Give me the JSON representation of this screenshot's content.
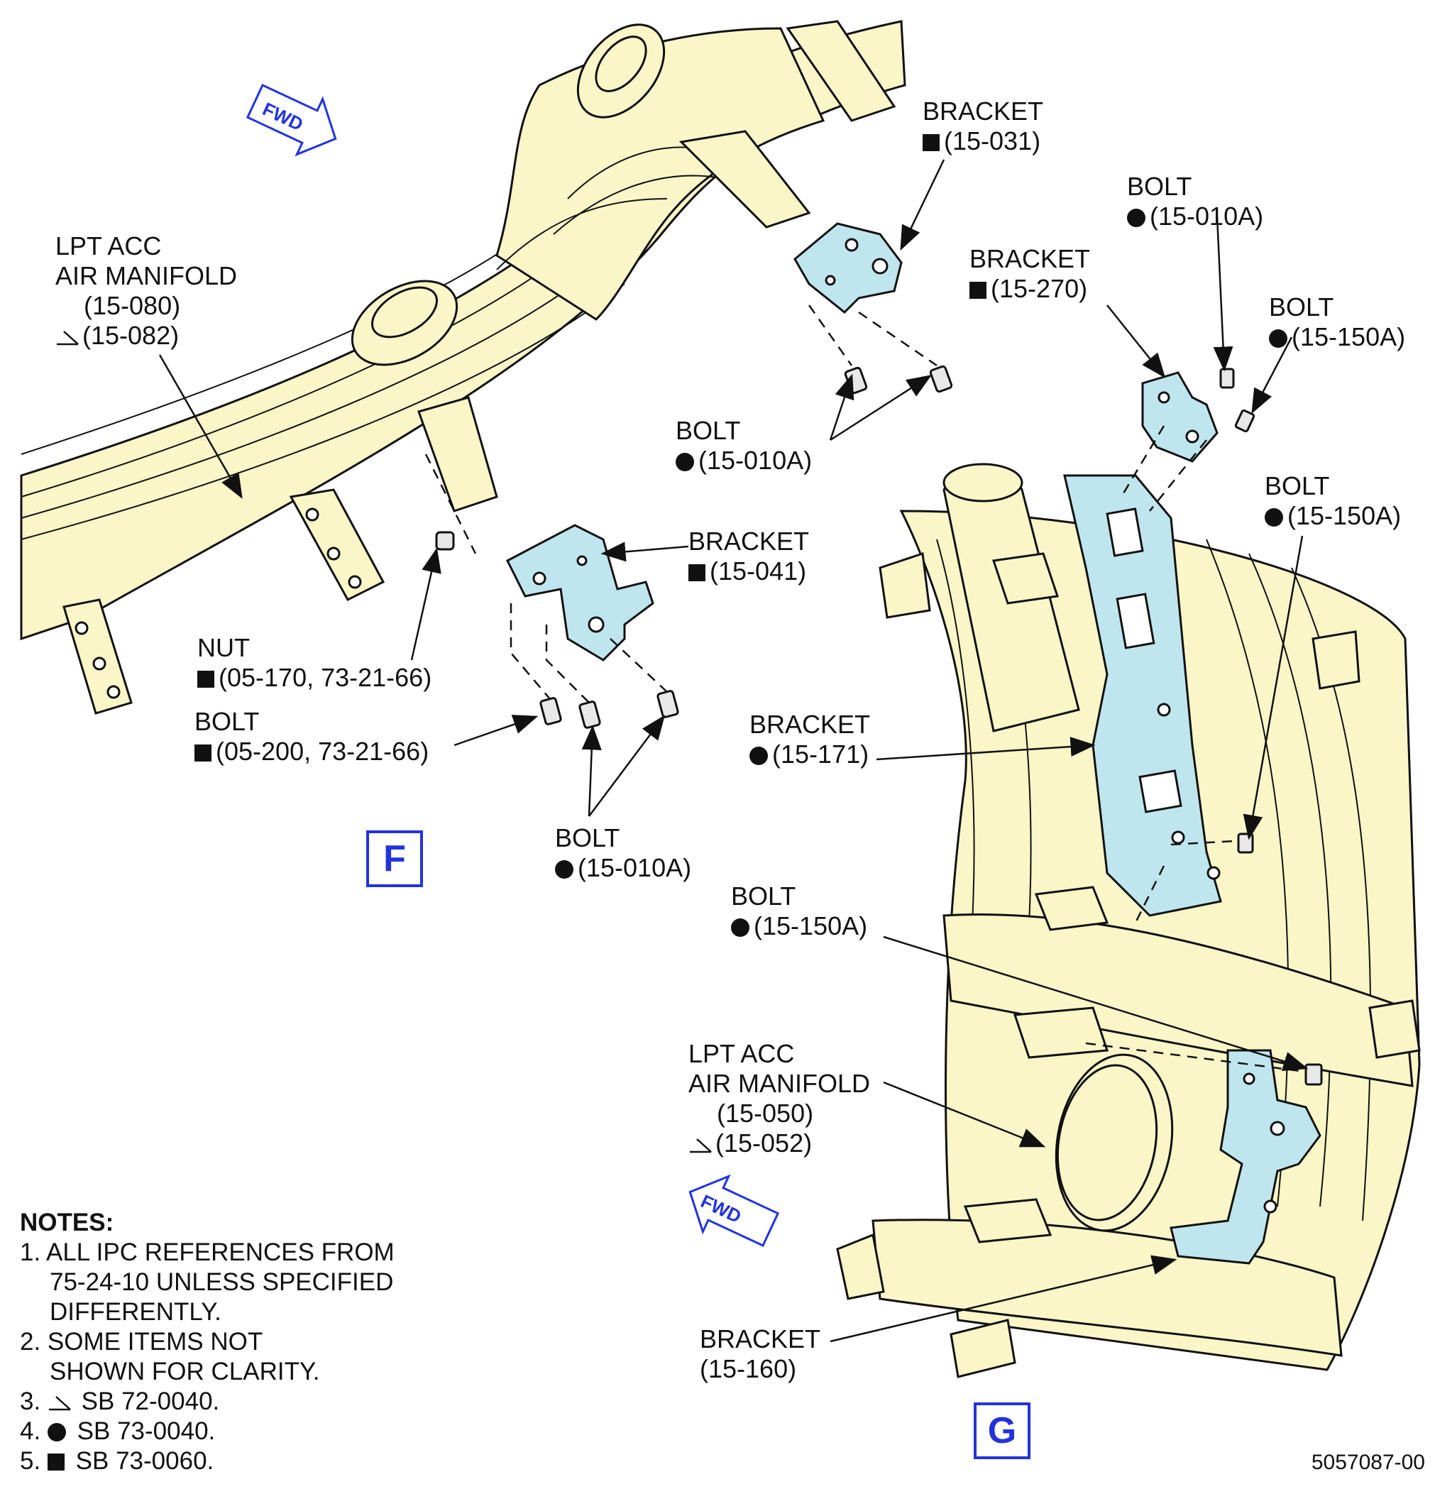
{
  "colors": {
    "casing": "#fbf6c8",
    "bracket": "#bfe6ee",
    "accent_blue": "#2233dd",
    "line": "#111111"
  },
  "fwd_arrows": [
    "FWD",
    "FWD"
  ],
  "view_labels": {
    "f": "F",
    "g": "G"
  },
  "labels": {
    "bracket_031": {
      "l1": "BRACKET",
      "l2": "(15-031)"
    },
    "bolt_010a_top": {
      "l1": "BOLT",
      "l2": "(15-010A)"
    },
    "bracket_270": {
      "l1": "BRACKET",
      "l2": "(15-270)"
    },
    "bolt_150a_top": {
      "l1": "BOLT",
      "l2": "(15-150A)"
    },
    "manifold_080": {
      "l1": "LPT ACC",
      "l2": "AIR MANIFOLD",
      "l3": "(15-080)",
      "l4": "(15-082)"
    },
    "bolt_010a_mid": {
      "l1": "BOLT",
      "l2": "(15-010A)"
    },
    "bolt_150a_mid": {
      "l1": "BOLT",
      "l2": "(15-150A)"
    },
    "bracket_041": {
      "l1": "BRACKET",
      "l2": "(15-041)"
    },
    "nut_05170": {
      "l1": "NUT",
      "l2": "(05-170, 73-21-66)"
    },
    "bolt_05200": {
      "l1": "BOLT",
      "l2": "(05-200, 73-21-66)"
    },
    "bracket_171": {
      "l1": "BRACKET",
      "l2": "(15-171)"
    },
    "bolt_010a_low": {
      "l1": "BOLT",
      "l2": "(15-010A)"
    },
    "bolt_150a_low": {
      "l1": "BOLT",
      "l2": "(15-150A)"
    },
    "manifold_050": {
      "l1": "LPT ACC",
      "l2": "AIR MANIFOLD",
      "l3": "(15-050)",
      "l4": "(15-052)"
    },
    "bracket_160": {
      "l1": "BRACKET",
      "l2": "(15-160)"
    }
  },
  "notes": {
    "title": "NOTES:",
    "n1a": "1. ALL IPC REFERENCES FROM",
    "n1b": "75-24-10 UNLESS SPECIFIED",
    "n1c": "DIFFERENTLY.",
    "n2a": "2. SOME ITEMS NOT",
    "n2b": "SHOWN FOR CLARITY.",
    "n3": "SB 72-0040.",
    "n4": "SB 73-0040.",
    "n5": "SB 73-0060.",
    "n3_num": "3.",
    "n4_num": "4.",
    "n5_num": "5."
  },
  "doc_number": "5057087-00"
}
